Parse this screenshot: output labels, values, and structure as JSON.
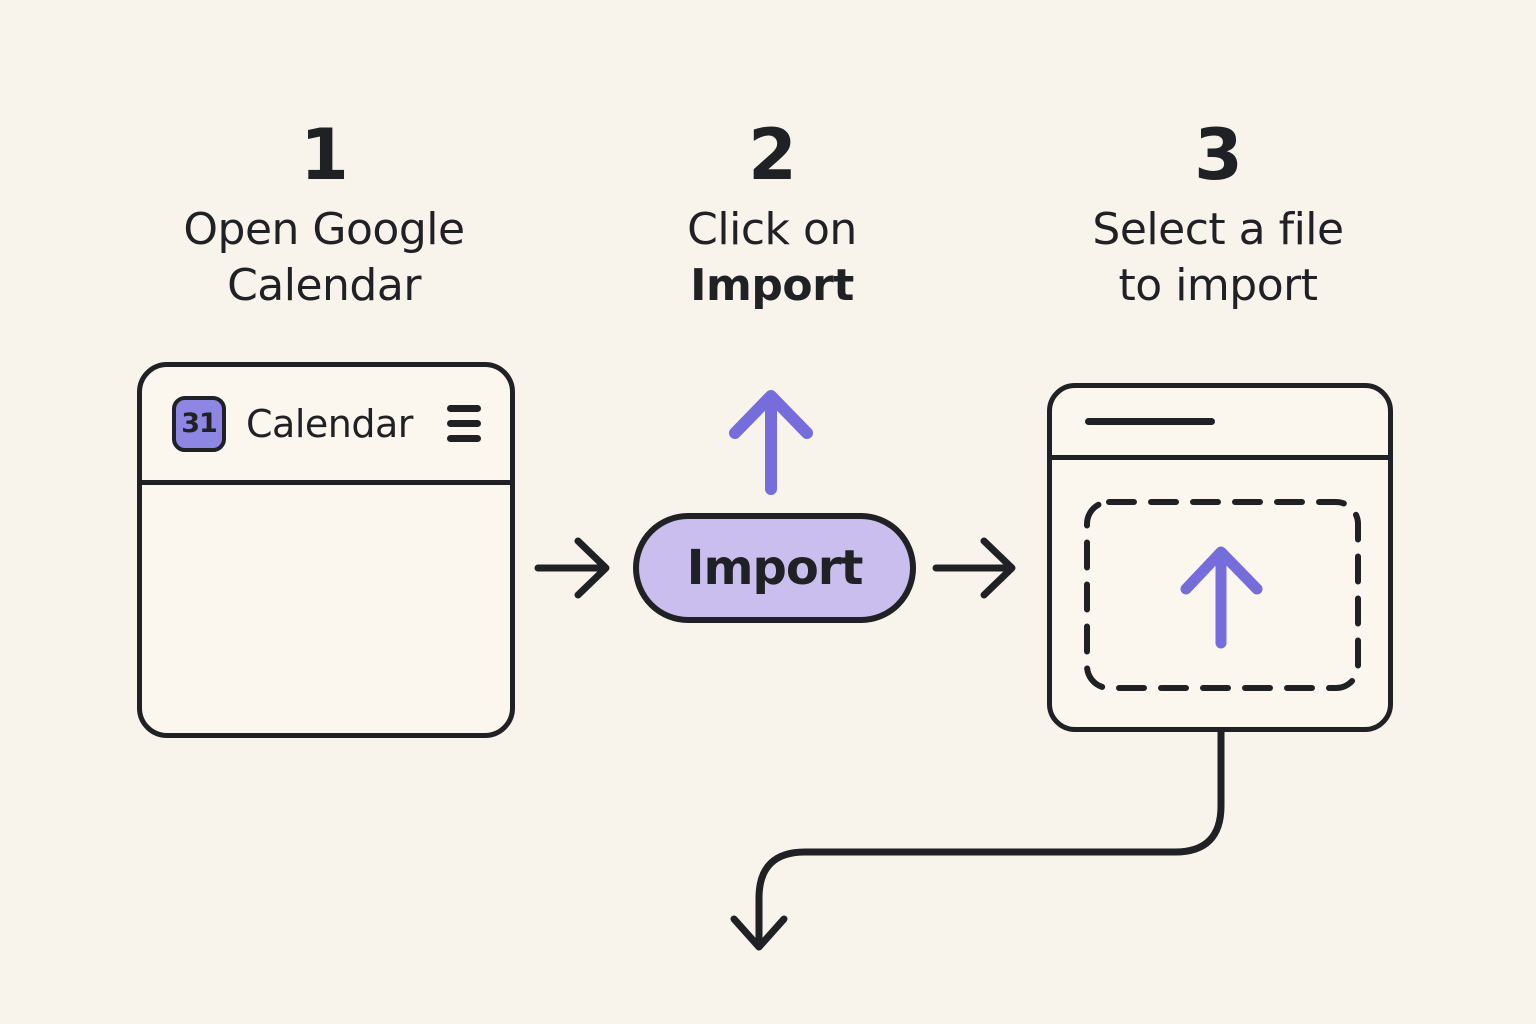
{
  "palette": {
    "background": "#f8f3eb",
    "ink": "#1f2125",
    "accent": "#756ddb",
    "pill_fill": "#c9beee",
    "calendar_icon_fill": "#8d86e2",
    "window_fill": "#fbf7ef"
  },
  "steps": [
    {
      "number": "1",
      "line1": "Open Google",
      "line2": "Calendar"
    },
    {
      "number": "2",
      "line1": "Click on",
      "line2": "Import"
    },
    {
      "number": "3",
      "line1": "Select a file",
      "line2": "to import"
    }
  ],
  "calendar_window": {
    "logo_day": "31",
    "app_name": "Calendar"
  },
  "import_button": {
    "label": "Import"
  }
}
